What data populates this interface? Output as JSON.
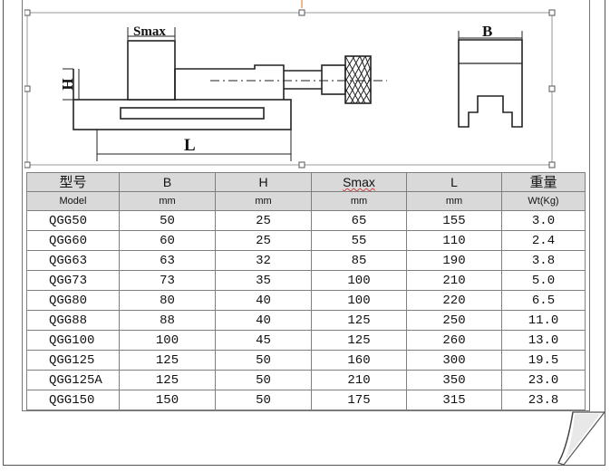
{
  "diagram": {
    "label_smax": "Smax",
    "label_h": "H",
    "label_l": "L",
    "label_b": "B"
  },
  "table": {
    "headers": [
      {
        "top": "型号",
        "unit": "Model",
        "cn": true
      },
      {
        "top": "B",
        "unit": "mm",
        "cn": false
      },
      {
        "top": "H",
        "unit": "mm",
        "cn": false
      },
      {
        "top": "Smax",
        "unit": "mm",
        "cn": false
      },
      {
        "top": "L",
        "unit": "mm",
        "cn": false
      },
      {
        "top": "重量",
        "unit": "Wt(Kg)",
        "cn": true
      }
    ],
    "rows": [
      [
        "QGG50",
        "50",
        "25",
        "65",
        "155",
        "3.0"
      ],
      [
        "QGG60",
        "60",
        "25",
        "55",
        "110",
        "2.4"
      ],
      [
        "QGG63",
        "63",
        "32",
        "85",
        "190",
        "3.8"
      ],
      [
        "QGG73",
        "73",
        "35",
        "100",
        "210",
        "5.0"
      ],
      [
        "QGG80",
        "80",
        "40",
        "100",
        "220",
        "6.5"
      ],
      [
        "QGG88",
        "88",
        "40",
        "125",
        "250",
        "11.0"
      ],
      [
        "QGG100",
        "100",
        "45",
        "125",
        "260",
        "13.0"
      ],
      [
        "QGG125",
        "125",
        "50",
        "160",
        "300",
        "19.5"
      ],
      [
        "QGG125A",
        "125",
        "50",
        "210",
        "350",
        "23.0"
      ],
      [
        "QGG150",
        "150",
        "50",
        "175",
        "315",
        "23.8"
      ]
    ]
  },
  "colors": {
    "header_bg": "#d9d9d9",
    "grid": "#7f7f7f",
    "handle": "#bfbfbf",
    "cursor_mark": "#e07020"
  }
}
